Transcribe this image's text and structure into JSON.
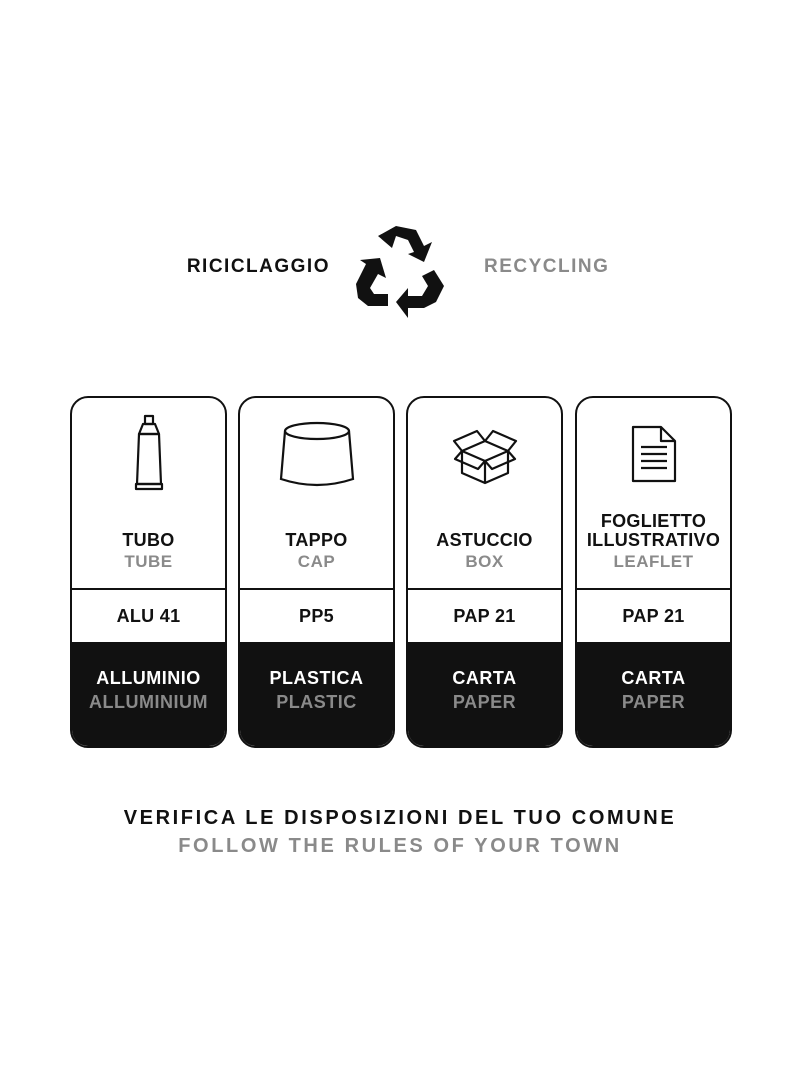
{
  "header": {
    "title_it": "RICICLAGGIO",
    "title_en": "RECYCLING",
    "icon": "recycle-icon"
  },
  "cards": [
    {
      "icon": "tube-icon",
      "name_it": "TUBO",
      "name_en": "TUBE",
      "code": "ALU 41",
      "material_it": "ALLUMINIO",
      "material_en": "ALLUMINIUM"
    },
    {
      "icon": "cap-icon",
      "name_it": "TAPPO",
      "name_en": "CAP",
      "code": "PP5",
      "material_it": "PLASTICA",
      "material_en": "PLASTIC"
    },
    {
      "icon": "box-icon",
      "name_it": "ASTUCCIO",
      "name_en": "BOX",
      "code": "PAP 21",
      "material_it": "CARTA",
      "material_en": "PAPER"
    },
    {
      "icon": "leaflet-icon",
      "name_it": "FOGLIETTO ILLUSTRATIVO",
      "name_en": "LEAFLET",
      "code": "PAP 21",
      "material_it": "CARTA",
      "material_en": "PAPER"
    }
  ],
  "footer": {
    "line_it": "VERIFICA LE DISPOSIZIONI DEL TUO COMUNE",
    "line_en": "FOLLOW THE RULES OF YOUR TOWN"
  },
  "colors": {
    "text": "#111111",
    "muted": "#8a8a8a",
    "background": "#ffffff"
  }
}
